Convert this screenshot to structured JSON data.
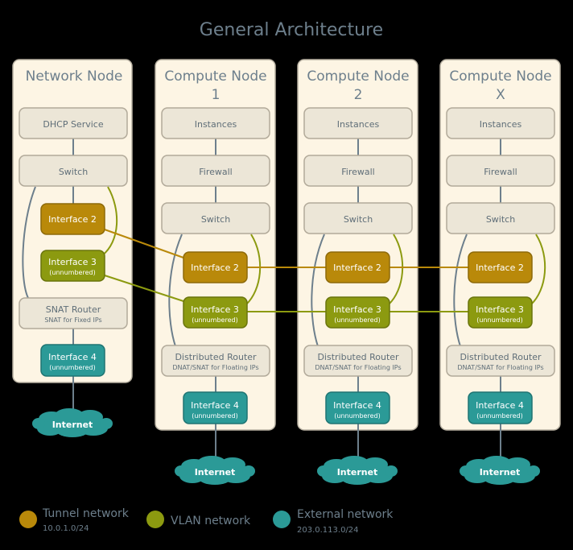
{
  "title": "General Architecture",
  "colors": {
    "background": "#000000",
    "node_fill": "#fdf5e4",
    "node_stroke": "#b7b0a1",
    "service_fill": "#ece6d7",
    "service_stroke": "#b2aa9a",
    "tunnel": "#b9890a",
    "vlan": "#8c9a10",
    "external": "#2b9a97",
    "connector": "#6d7f8c",
    "title_text": "#6d7f8c"
  },
  "nodes": [
    {
      "title_line1": "Network Node",
      "title_line2": "",
      "boxes": {
        "top": "DHCP Service",
        "second": "Switch",
        "router": "SNAT Router",
        "router_sub": "SNAT for Fixed IPs",
        "if2": "Interface 2",
        "if3": "Interface 3",
        "if3_sub": "(unnumbered)",
        "if4": "Interface 4",
        "if4_sub": "(unnumbered)"
      },
      "cloud": "Internet"
    },
    {
      "title_line1": "Compute Node",
      "title_line2": "1",
      "boxes": {
        "top": "Instances",
        "second": "Firewall",
        "switch": "Switch",
        "router": "Distributed Router",
        "router_sub": "DNAT/SNAT for Floating IPs",
        "if2": "Interface 2",
        "if3": "Interface 3",
        "if3_sub": "(unnumbered)",
        "if4": "Interface 4",
        "if4_sub": "(unnumbered)"
      },
      "cloud": "Internet"
    },
    {
      "title_line1": "Compute Node",
      "title_line2": "2",
      "boxes": {
        "top": "Instances",
        "second": "Firewall",
        "switch": "Switch",
        "router": "Distributed Router",
        "router_sub": "DNAT/SNAT for Floating IPs",
        "if2": "Interface 2",
        "if3": "Interface 3",
        "if3_sub": "(unnumbered)",
        "if4": "Interface 4",
        "if4_sub": "(unnumbered)"
      },
      "cloud": "Internet"
    },
    {
      "title_line1": "Compute Node",
      "title_line2": "X",
      "boxes": {
        "top": "Instances",
        "second": "Firewall",
        "switch": "Switch",
        "router": "Distributed Router",
        "router_sub": "DNAT/SNAT for Floating IPs",
        "if2": "Interface 2",
        "if3": "Interface 3",
        "if3_sub": "(unnumbered)",
        "if4": "Interface 4",
        "if4_sub": "(unnumbered)"
      },
      "cloud": "Internet"
    }
  ],
  "legend": [
    {
      "label": "Tunnel network",
      "sub": "10.0.1.0/24",
      "color_key": "tunnel"
    },
    {
      "label": "VLAN network",
      "sub": "",
      "color_key": "vlan"
    },
    {
      "label": "External network",
      "sub": "203.0.113.0/24",
      "color_key": "external"
    }
  ]
}
